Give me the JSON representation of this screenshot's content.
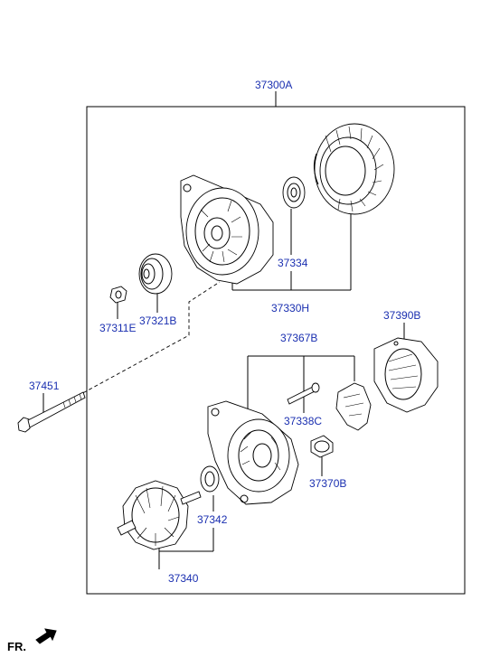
{
  "labels": {
    "assembly": "37300A",
    "housing_front": "37330H",
    "bearing_front": "37334",
    "pulley": "37321B",
    "nut": "37311E",
    "bolt": "37451",
    "rectifier": "37390B",
    "brush_holder_group": "37367B",
    "bolt_rear": "37338C",
    "brush": "37370B",
    "bearing_rear": "37342",
    "rotor": "37340"
  },
  "direction_marker": "FR."
}
